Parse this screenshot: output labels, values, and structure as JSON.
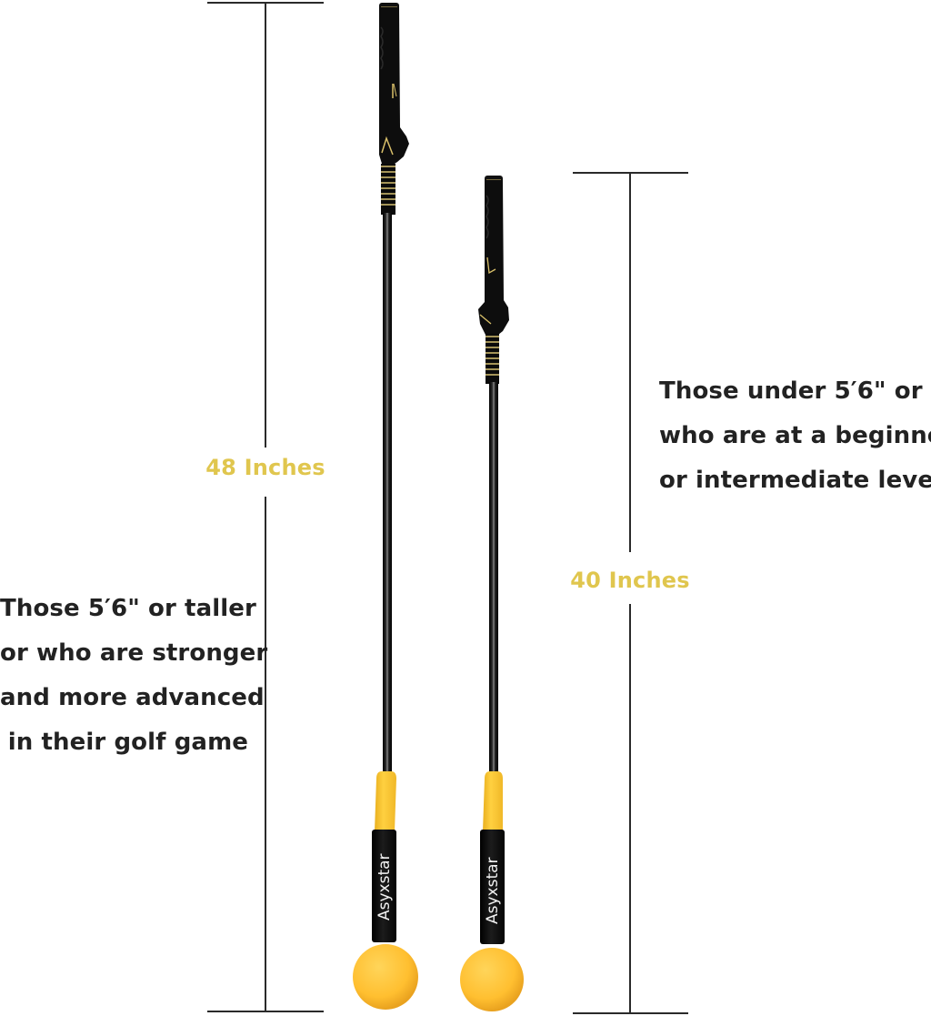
{
  "image": {
    "background": "#ffffff",
    "subject": "Two golf swing trainers of different lengths with measurement annotations"
  },
  "products": [
    {
      "id": "long",
      "brand_label": "Asyxstar",
      "length_label": "48 Inches",
      "description_lines": [
        "Those 5′6\" or taller",
        "or who are stronger",
        "and more advanced",
        "in their golf game"
      ]
    },
    {
      "id": "short",
      "brand_label": "Asyxstar",
      "length_label": "40 Inches",
      "description_lines": [
        "Those under 5′6\" or",
        "who are at a beginner",
        "or intermediate level"
      ]
    }
  ],
  "colors": {
    "accent_yellow": "#ffc83a",
    "label_gold": "#e0c64e",
    "grip_black": "#111111",
    "text_dark": "#222222",
    "line": "#2a2a2a"
  }
}
